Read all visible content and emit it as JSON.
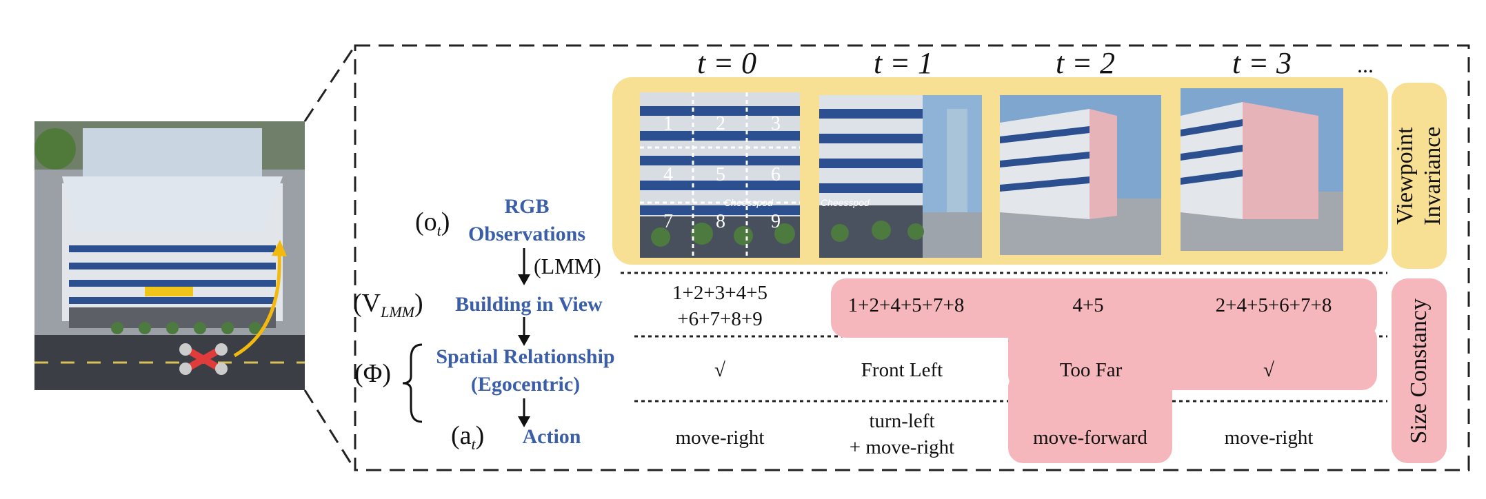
{
  "time_steps": [
    "t = 0",
    "t = 1",
    "t = 2",
    "t = 3",
    "..."
  ],
  "grid_numbers": [
    "1",
    "2",
    "3",
    "4",
    "5",
    "6",
    "7",
    "8",
    "9"
  ],
  "sign_text": "Cheesspod",
  "rows": {
    "rgb": {
      "symbol": "(o",
      "sub": "t",
      "close": ")",
      "title_line1": "RGB",
      "title_line2": "Observations",
      "arrow_label": "(LMM)"
    },
    "building": {
      "symbol": "(V",
      "sub": "LMM",
      "close": ")",
      "title": "Building in View",
      "values": [
        "1+2+3+4+5\n+6+7+8+9",
        "1+2+4+5+7+8",
        "4+5",
        "2+4+5+6+7+8"
      ]
    },
    "spatial": {
      "symbol": "(Φ)",
      "title_line1": "Spatial Relationship",
      "title_line2": "(Egocentric)",
      "values": [
        "√",
        "Front Left",
        "Too Far",
        "√"
      ]
    },
    "action": {
      "symbol": "(a",
      "sub": "t",
      "close": ")",
      "title": "Action",
      "values": [
        "move-right",
        "turn-left\n+ move-right",
        "move-forward",
        "move-right"
      ]
    }
  },
  "side_labels": {
    "viewpoint": "Viewpoint Invariance",
    "size": "Size Constancy"
  },
  "colors": {
    "yellow": "#f7df94",
    "pink": "#f5b7bb",
    "blue_text": "#3b5ea8"
  }
}
